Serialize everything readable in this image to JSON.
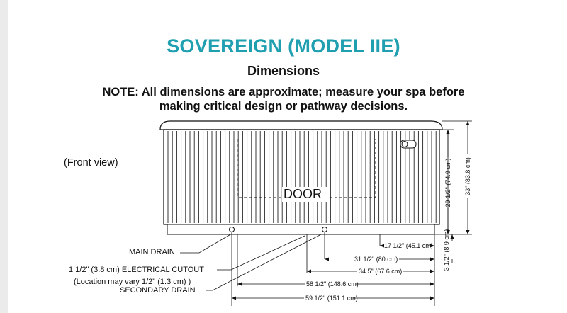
{
  "title": "SOVEREIGN (MODEL IIE)",
  "subtitle": "Dimensions",
  "note_line1": "NOTE: All dimensions are approximate; measure your spa before",
  "note_line2": "making critical design or pathway decisions.",
  "view_label": "(Front view)",
  "door_label": "DOOR",
  "callouts": {
    "main_drain": "MAIN DRAIN",
    "electrical_cutout": "1 1/2\" (3.8 cm) ELECTRICAL CUTOUT",
    "electrical_note": "(Location may vary 1/2\" (1.3 cm) )",
    "secondary_drain": "SECONDARY DRAIN"
  },
  "dimensions": {
    "d17": "17 1/2\" (45.1 cm)",
    "d31": "31 1/2\" (80 cm)",
    "d34": "34.5\" (67.6 cm)",
    "d58": "58 1/2\" (148.6 cm)",
    "d59": "59 1/2\" (151.1 cm)",
    "v29": "29 1/2\" (74.9 cm)",
    "v33": "33\" (83.8 cm)",
    "v3": "3 1/2\" (8.9 cm)"
  },
  "colors": {
    "title": "#1f9fb0",
    "ink": "#111111"
  }
}
